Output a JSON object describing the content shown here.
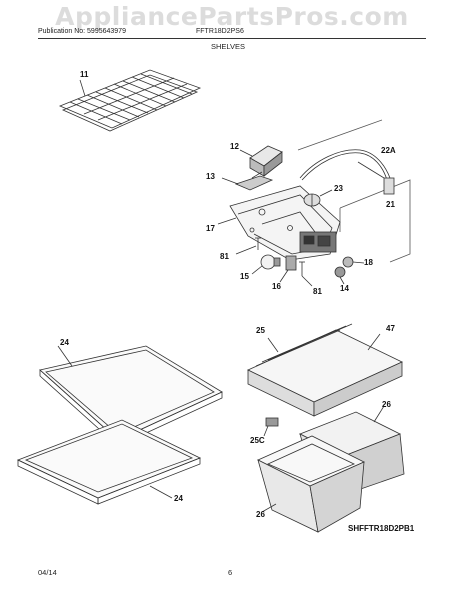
{
  "watermark": "AppliancePartsPros.com",
  "header": {
    "publication": "Publication No: 5995643979",
    "model": "FFTR18D2PS6",
    "section": "SHELVES"
  },
  "footer": {
    "date": "04/14",
    "page": "6"
  },
  "diagram_code": "SHFFTR18D2PB1",
  "callouts": {
    "c11": "11",
    "c12": "12",
    "c13": "13",
    "c22a": "22A",
    "c23": "23",
    "c21": "21",
    "c17": "17",
    "c81a": "81",
    "c15": "15",
    "c16": "16",
    "c81b": "81",
    "c18": "18",
    "c14": "14",
    "c24a": "24",
    "c24b": "24",
    "c25": "25",
    "c47": "47",
    "c26a": "26",
    "c25c": "25C",
    "c26b": "26"
  }
}
